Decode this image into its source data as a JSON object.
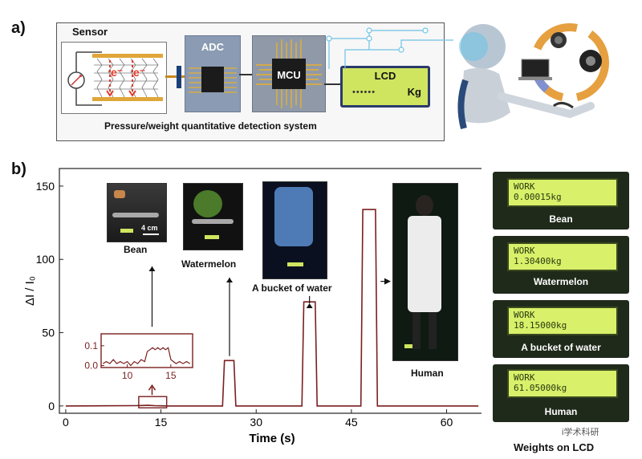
{
  "panel_a": {
    "label": "a)",
    "sensor_title": "Sensor",
    "electron_labels": [
      "e⁻",
      "e⁻"
    ],
    "adc_label": "ADC",
    "mcu_label": "MCU",
    "lcd_label": "LCD",
    "lcd_dots": "••••••",
    "lcd_unit": "Kg",
    "caption": "Pressure/weight quantitative detection system"
  },
  "panel_b": {
    "label": "b)",
    "photo_labels": {
      "bean": "Bean",
      "scale_bar": "4 cm",
      "watermelon": "Watermelon",
      "bucket": "A bucket of water",
      "human": "Human"
    },
    "lcd_title": "Weights on LCD",
    "lcd_readouts": [
      {
        "line1": "WORK",
        "line2": "0.00015kg",
        "caption": "Bean"
      },
      {
        "line1": "WORK",
        "line2": "1.30400kg",
        "caption": "Watermelon"
      },
      {
        "line1": "WORK",
        "line2": "18.15000kg",
        "caption": "A bucket of water"
      },
      {
        "line1": "WORK",
        "line2": "61.05000kg",
        "caption": "Human"
      }
    ],
    "watermark": "i学术科研"
  },
  "chart_data": [
    {
      "type": "line",
      "xlabel": "Time (s)",
      "ylabel": "ΔI / I₀",
      "xlim": [
        -1,
        66
      ],
      "ylim": [
        -5,
        162
      ],
      "xticks": [
        0,
        15,
        30,
        45,
        60
      ],
      "yticks": [
        0,
        50,
        100,
        150
      ],
      "series": [
        {
          "x": [
            0,
            11,
            12,
            13,
            14,
            15,
            16,
            24.7,
            25.0,
            26.5,
            26.8,
            37.2,
            37.5,
            39.3,
            39.6,
            46.5,
            46.8,
            48.8,
            49.1,
            65
          ],
          "y": [
            0,
            0.2,
            0.3,
            0.4,
            0.2,
            0.1,
            0,
            0,
            31,
            31,
            0,
            0,
            71,
            71,
            0,
            0,
            134,
            134,
            0,
            0
          ]
        }
      ],
      "color": "#7a1f1f",
      "grid": false
    },
    {
      "type": "line",
      "xlabel": "",
      "ylabel": "",
      "xlim": [
        7,
        17.5
      ],
      "ylim": [
        -0.01,
        0.16
      ],
      "xticks": [
        10,
        15
      ],
      "yticks": [
        0.0,
        0.1
      ],
      "ytick_labels": [
        "0.0",
        "0.1"
      ],
      "series": [
        {
          "x": [
            7.2,
            7.6,
            8.0,
            8.4,
            8.8,
            9.2,
            9.6,
            10.0,
            10.4,
            10.8,
            11.2,
            11.6,
            12.0,
            12.3,
            12.6,
            12.9,
            13.2,
            13.5,
            13.8,
            14.1,
            14.4,
            14.7,
            15.0,
            15.3,
            15.6,
            16.0,
            16.4,
            16.8,
            17.2
          ],
          "y": [
            0.01,
            0.02,
            0.01,
            0.03,
            0.01,
            0.02,
            0.01,
            0.02,
            0.0,
            0.02,
            0.01,
            0.03,
            0.02,
            0.07,
            0.08,
            0.09,
            0.08,
            0.09,
            0.08,
            0.09,
            0.08,
            0.09,
            0.03,
            0.02,
            0.01,
            0.02,
            0.01,
            0.02,
            0.01
          ]
        }
      ],
      "color": "#7a1f1f",
      "axis_color": "#7a1f1f"
    }
  ]
}
